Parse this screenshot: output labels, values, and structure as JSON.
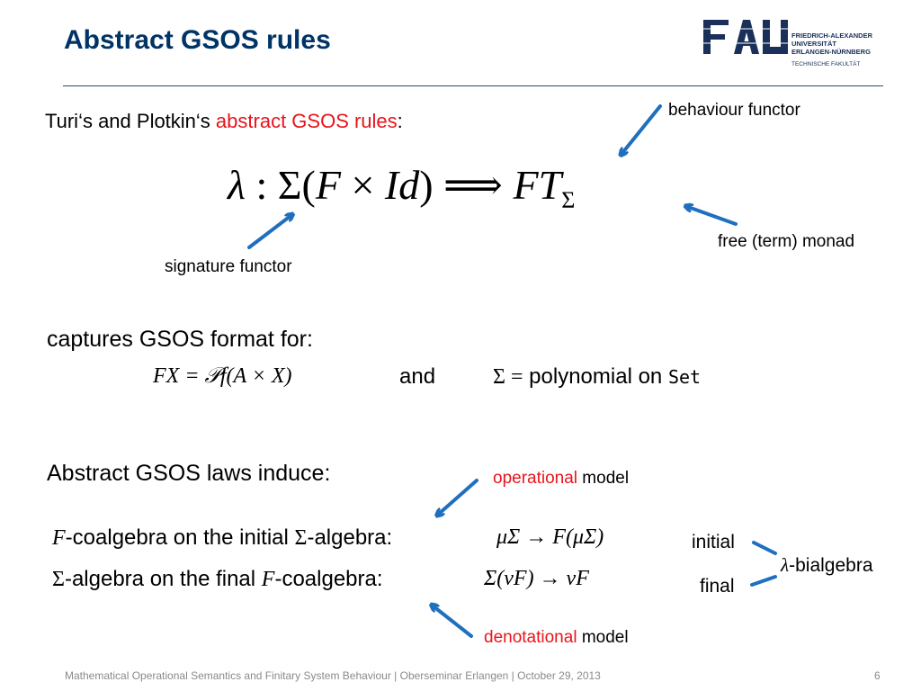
{
  "slide": {
    "title": "Abstract GSOS rules",
    "intro_prefix": "Turi‘s and Plotkin‘s ",
    "intro_highlight": "abstract GSOS rules",
    "intro_suffix": ":",
    "formula": {
      "lambda": "λ",
      "colon": " : ",
      "sigma": "Σ",
      "lparen": "(",
      "F": "F",
      "times": " × ",
      "Id": "Id",
      "rparen": ")",
      "implies": " ⟹ ",
      "FT": "FT",
      "sub": "Σ"
    },
    "annotations": {
      "behaviour_functor": "behaviour functor",
      "free_monad": "free (term) monad",
      "signature_functor": "signature functor"
    },
    "captures": {
      "heading": "captures GSOS format for:",
      "eq1": "FX = 𝒫f(A × X)",
      "and": "and",
      "eq2_sigma": "Σ =",
      "eq2_text": " polynomial on ",
      "eq2_set": "Set"
    },
    "laws": {
      "heading": "Abstract GSOS laws induce:",
      "line1_F": "F",
      "line1_text1": "-coalgebra on the initial ",
      "line1_sigma": "Σ",
      "line1_text2": "-algebra:",
      "line1_math": "μΣ → F(μΣ)",
      "line2_sigma": "Σ",
      "line2_text1": "-algebra on the final ",
      "line2_F": "F",
      "line2_text2": "-coalgebra:",
      "line2_math": "Σ(νF) → νF",
      "operational_red": "operational",
      "operational_rest": " model",
      "denotational_red": "denotational",
      "denotational_rest": " model",
      "initial": "initial",
      "final": "final",
      "bialgebra_lambda": "λ",
      "bialgebra_text": "-bialgebra"
    },
    "footer": "Mathematical Operational Semantics and Finitary System Behaviour | Oberseminar Erlangen | October 29, 2013",
    "page_number": "6",
    "logo": {
      "mark": "FAU",
      "line1": "FRIEDRICH-ALEXANDER",
      "line2": "UNIVERSITÄT",
      "line3": "ERLANGEN-NÜRNBERG",
      "faculty": "TECHNISCHE FAKULTÄT",
      "color": "#1a2f5a"
    },
    "colors": {
      "title": "#003366",
      "highlight": "#e8141c",
      "arrow": "#1f6fbf"
    }
  }
}
